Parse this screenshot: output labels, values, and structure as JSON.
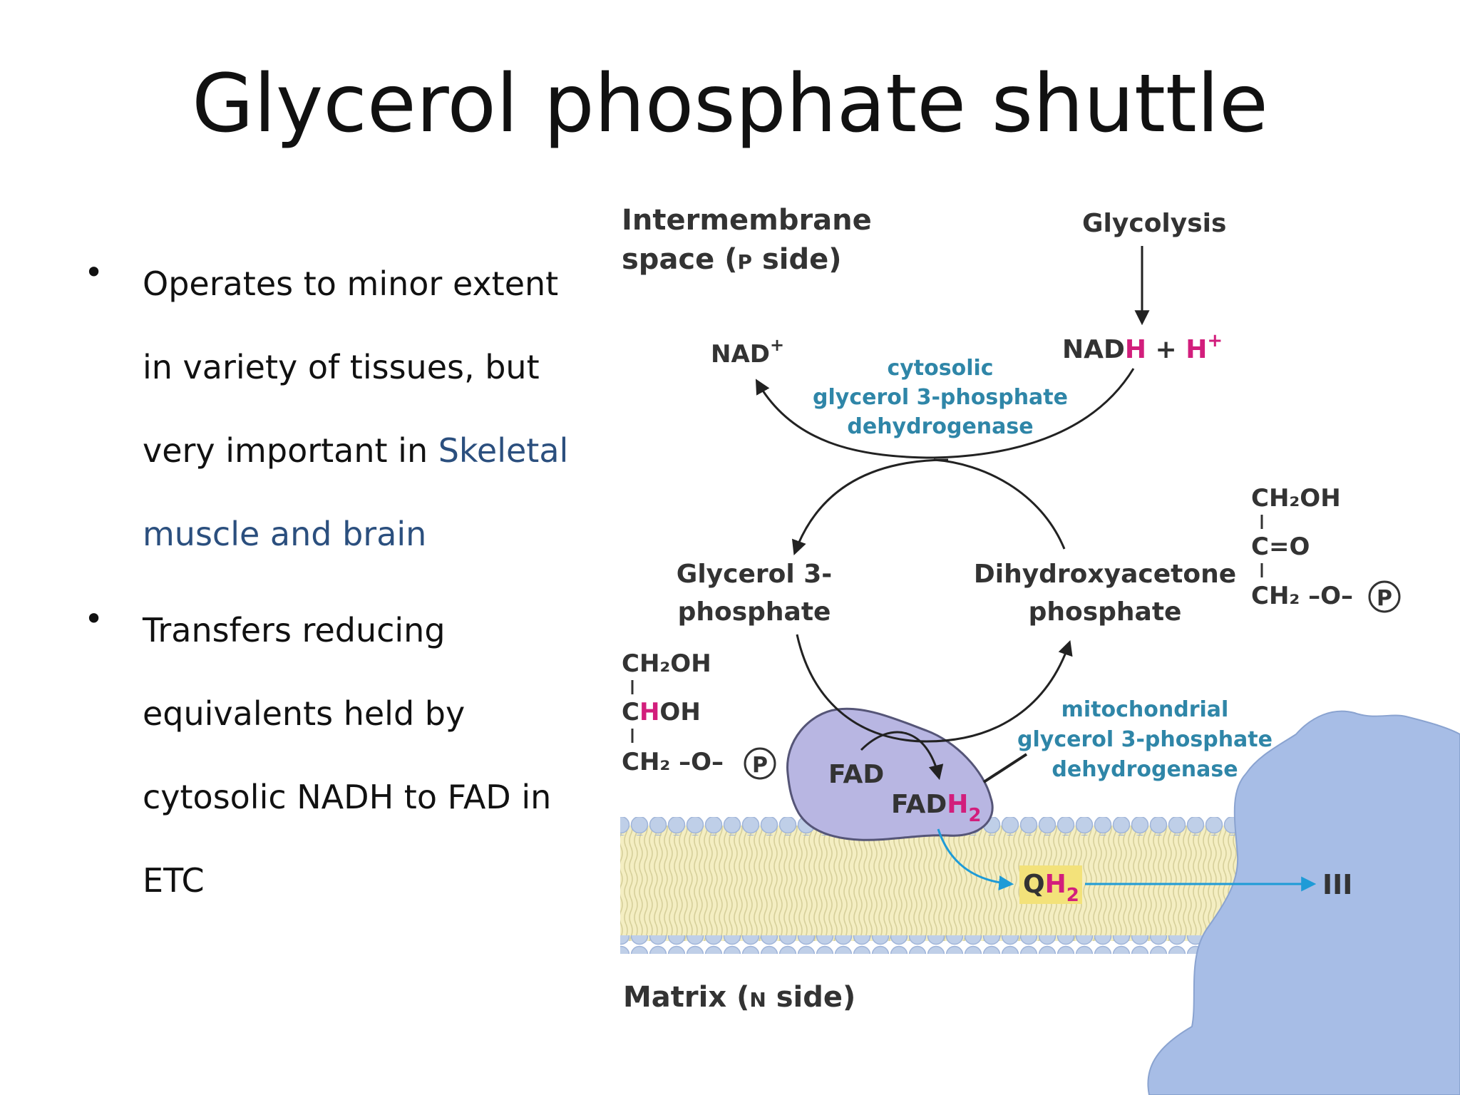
{
  "slide": {
    "title": "Glycerol phosphate shuttle"
  },
  "bullets": [
    {
      "lines": [
        {
          "text": "Operates to minor extent"
        },
        {
          "text": "in variety of tissues, but"
        },
        {
          "text": "very important in ",
          "highlight": "Skeletal"
        },
        {
          "text": "",
          "highlight": "muscle and brain"
        }
      ]
    },
    {
      "lines": [
        {
          "text": "Transfers reducing"
        },
        {
          "text": "equivalents held by"
        },
        {
          "text": "cytosolic NADH to FAD in"
        },
        {
          "text": "ETC"
        }
      ]
    }
  ],
  "diagram": {
    "intermembrane_line1": "Intermembrane",
    "intermembrane_line2_a": "space (",
    "intermembrane_line2_p": "P",
    "intermembrane_line2_b": " side)",
    "glycolysis": "Glycolysis",
    "nad_plus": "NAD",
    "plus_sup": "+",
    "nadh_a": "NAD",
    "nadh_h": "H",
    "nadh_plus": " + ",
    "nadh_h2": "H",
    "cytosolic_enzyme": [
      "cytosolic",
      "glycerol 3-phosphate",
      "dehydrogenase"
    ],
    "g3p_label": [
      "Glycerol 3-",
      "phosphate"
    ],
    "dhap_label": [
      "Dihydroxyacetone",
      "phosphate"
    ],
    "g3p_struct": {
      "top": "CH₂OH",
      "mid_c": "C",
      "mid_h": "H",
      "mid_rest": "OH",
      "bottom": "CH₂ –O–",
      "p": "P"
    },
    "dhap_struct": {
      "top": "CH₂OH",
      "mid": "C=O",
      "bottom": "CH₂ –O–",
      "p": "P"
    },
    "mito_enzyme": [
      "mitochondrial",
      "glycerol 3-phosphate",
      "dehydrogenase"
    ],
    "fad": "FAD",
    "fadh2_a": "FAD",
    "fadh2_h": "H",
    "fadh2_sub": "2",
    "qh2_a": "Q",
    "qh2_h": "H",
    "qh2_sub": "2",
    "complex": "III",
    "matrix_a": "Matrix (",
    "matrix_n": "N",
    "matrix_b": " side)",
    "colors": {
      "text": "#333333",
      "enzyme": "#2f86a8",
      "highlight": "#d21e7c",
      "membrane": "#f4eec2",
      "heads": "#bfcfe8",
      "enzyme_blob": "#b8b6e2",
      "complex": "#a7bde6",
      "qh2_box": "#f3e27a",
      "arrow_blue": "#1e9bd7"
    }
  }
}
